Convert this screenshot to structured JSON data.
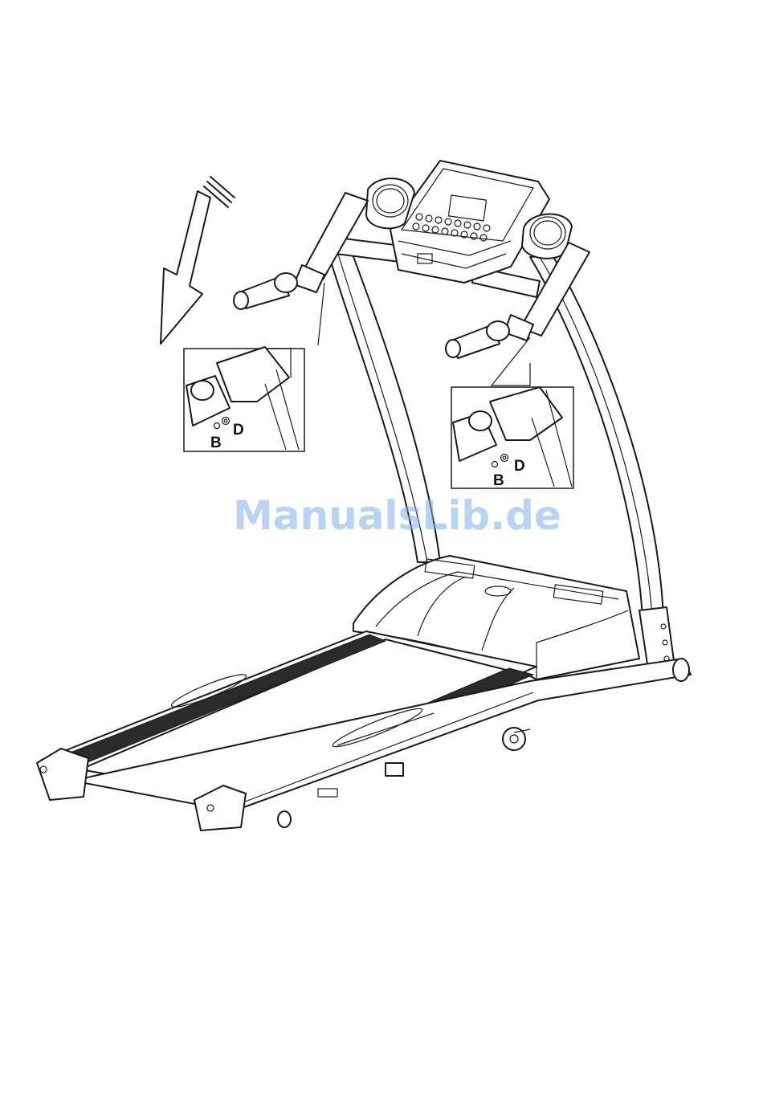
{
  "callouts": {
    "left": {
      "screw_label": "B",
      "washer_label": "D"
    },
    "right": {
      "screw_label": "B",
      "washer_label": "D"
    }
  },
  "watermark": {
    "text": "ManualsLib.de",
    "color": "#7fb2e8"
  },
  "icons": {
    "direction_arrow": "arrow-down-left-icon"
  }
}
